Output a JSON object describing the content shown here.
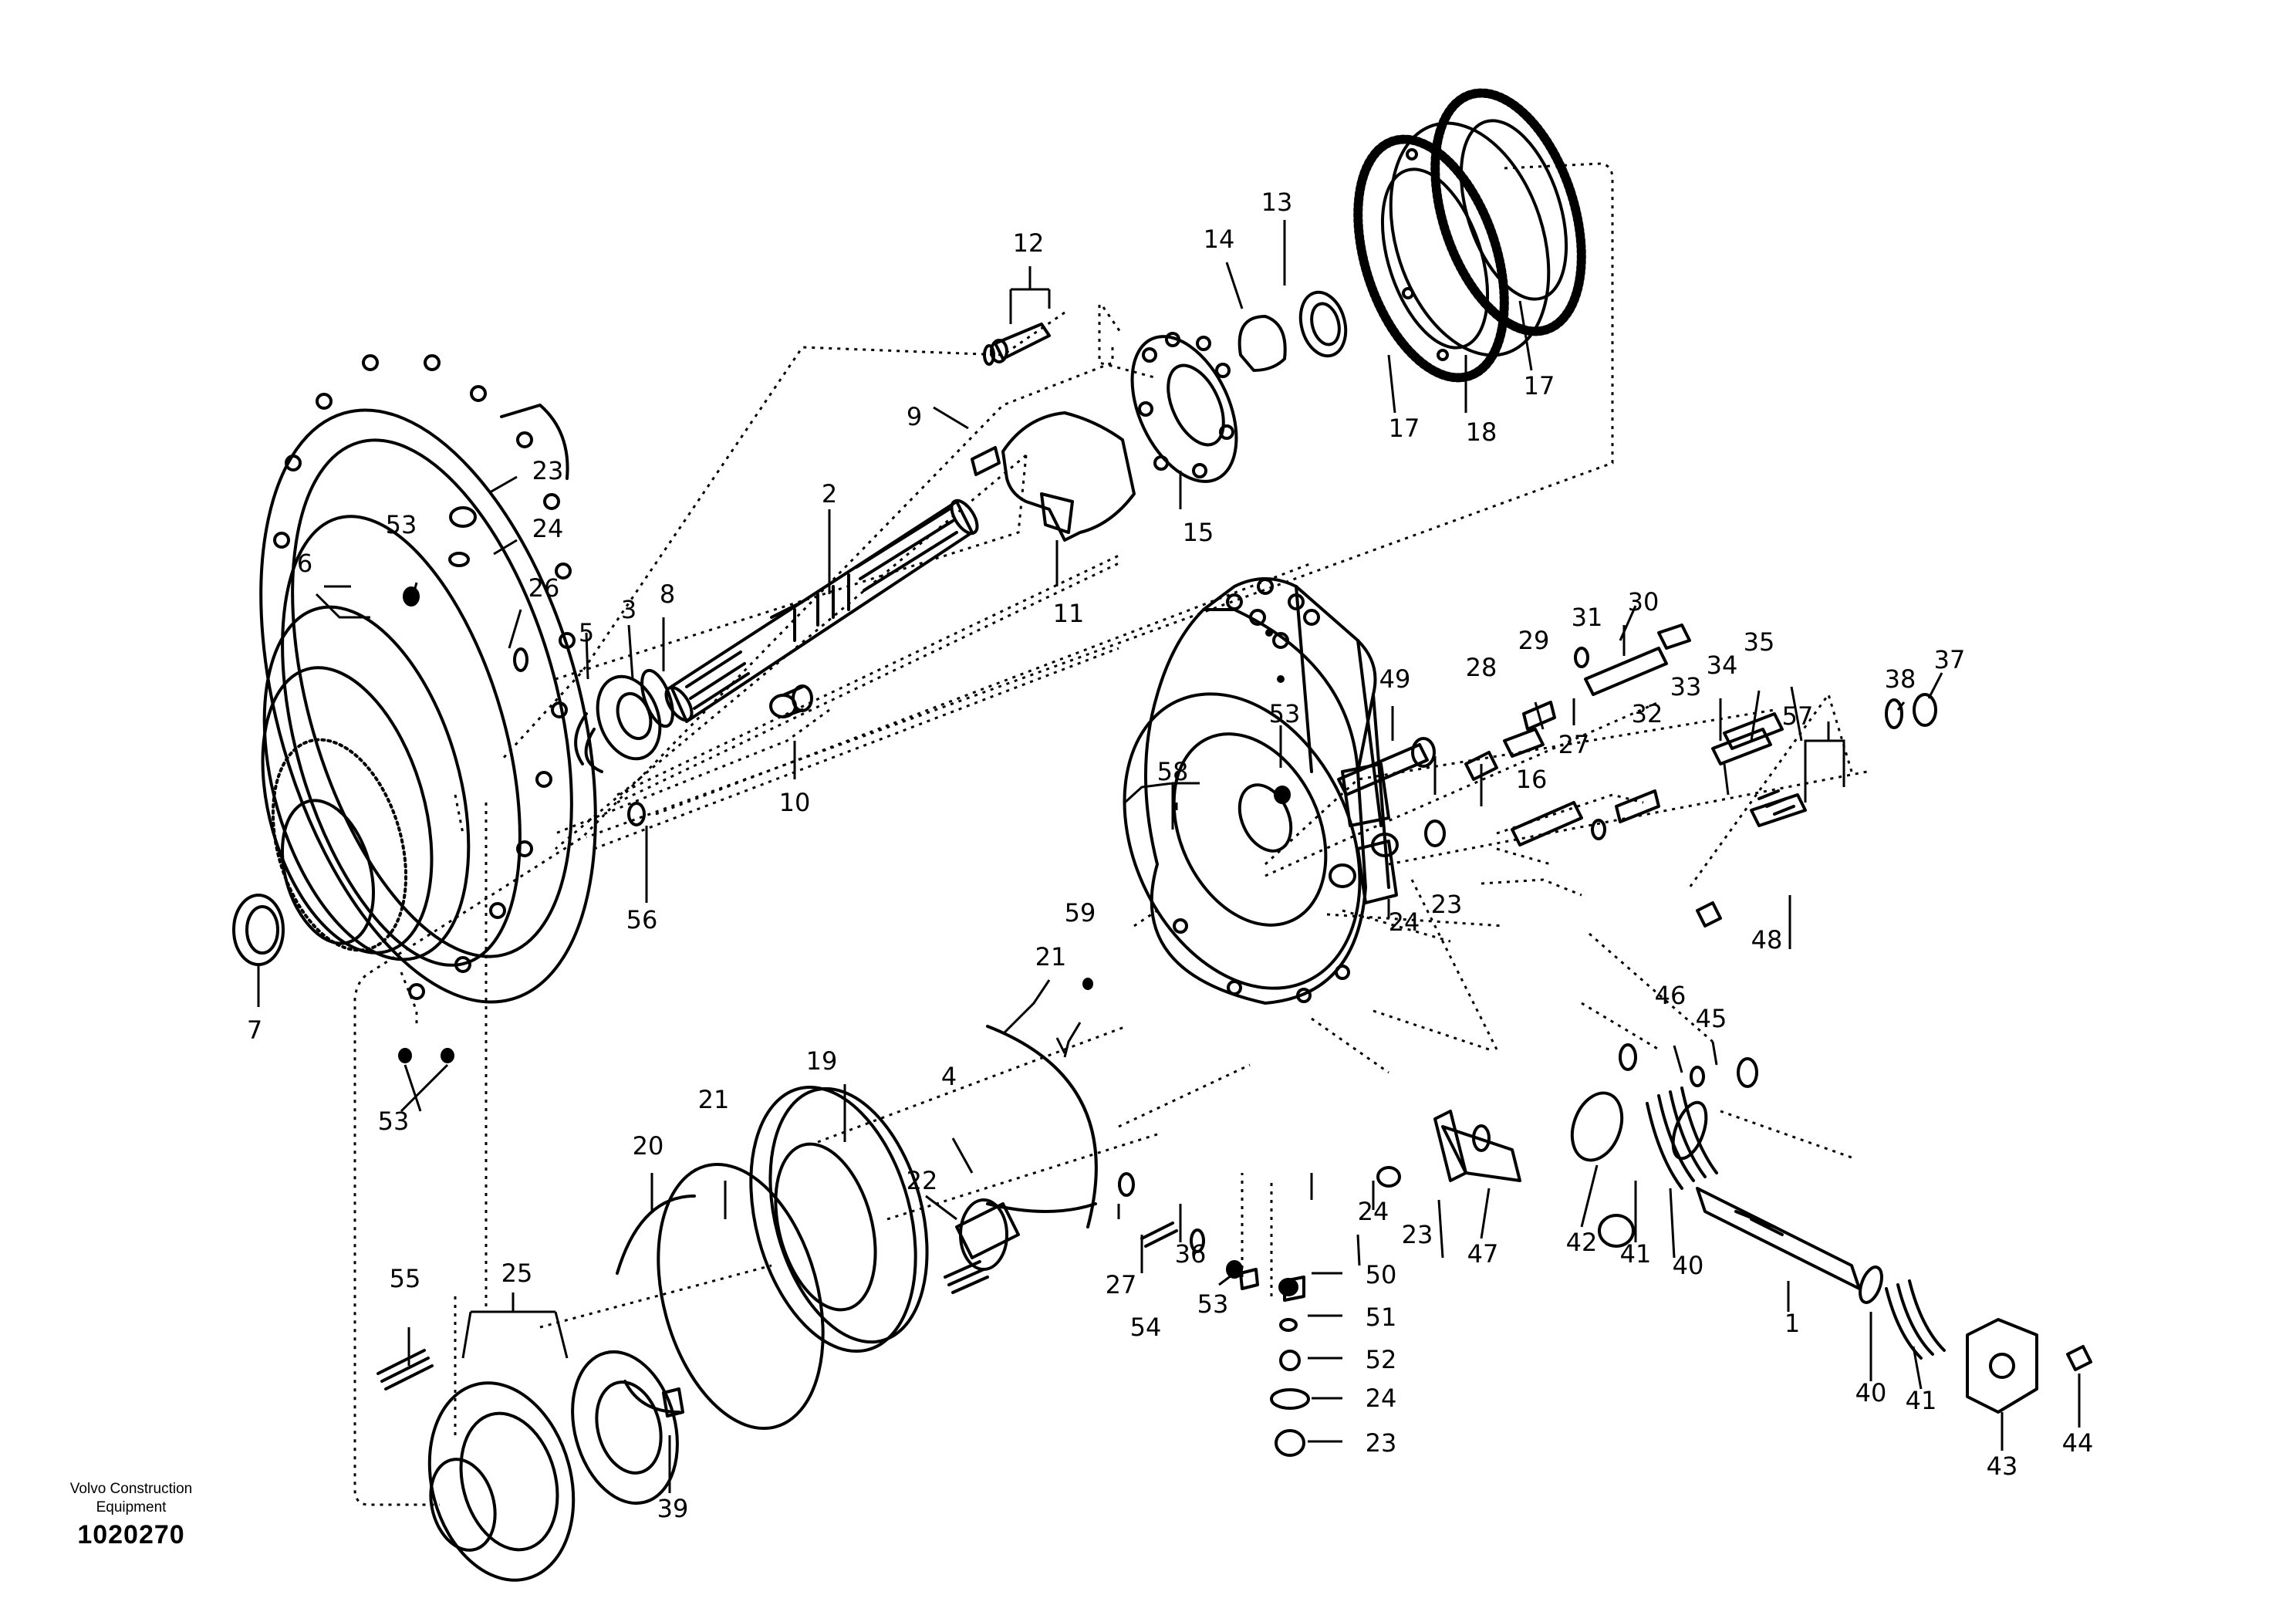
{
  "caption": {
    "maker_line1": "Volvo Construction",
    "maker_line2": "Equipment",
    "drawing_number": "1020270"
  },
  "callouts": {
    "c1": "1",
    "c2": "2",
    "c3": "3",
    "c4": "4",
    "c5": "5",
    "c6": "6",
    "c7": "7",
    "c8": "8",
    "c9": "9",
    "c10": "10",
    "c11": "11",
    "c12": "12",
    "c13": "13",
    "c14": "14",
    "c15": "15",
    "c16": "16",
    "c17a": "17",
    "c17b": "17",
    "c18": "18",
    "c19": "19",
    "c20": "20",
    "c21a": "21",
    "c21b": "21",
    "c22": "22",
    "c23a": "23",
    "c23b": "23",
    "c23c": "23",
    "c23d": "23",
    "c24a": "24",
    "c24b": "24",
    "c24c": "24",
    "c24d": "24",
    "c25": "25",
    "c26": "26",
    "c27a": "27",
    "c27b": "27",
    "c28": "28",
    "c29": "29",
    "c30": "30",
    "c31": "31",
    "c32": "32",
    "c33": "33",
    "c34": "34",
    "c35": "35",
    "c36": "36",
    "c37": "37",
    "c38": "38",
    "c39": "39",
    "c40a": "40",
    "c40b": "40",
    "c41a": "41",
    "c41b": "41",
    "c42": "42",
    "c43": "43",
    "c44": "44",
    "c45": "45",
    "c46": "46",
    "c47": "47",
    "c48": "48",
    "c49": "49",
    "c50": "50",
    "c51": "51",
    "c52": "52",
    "c53a": "53",
    "c53b": "53",
    "c53c": "53",
    "c53d": "53",
    "c54": "54",
    "c55": "55",
    "c56": "56",
    "c57": "57",
    "c58": "58",
    "c59": "59"
  }
}
